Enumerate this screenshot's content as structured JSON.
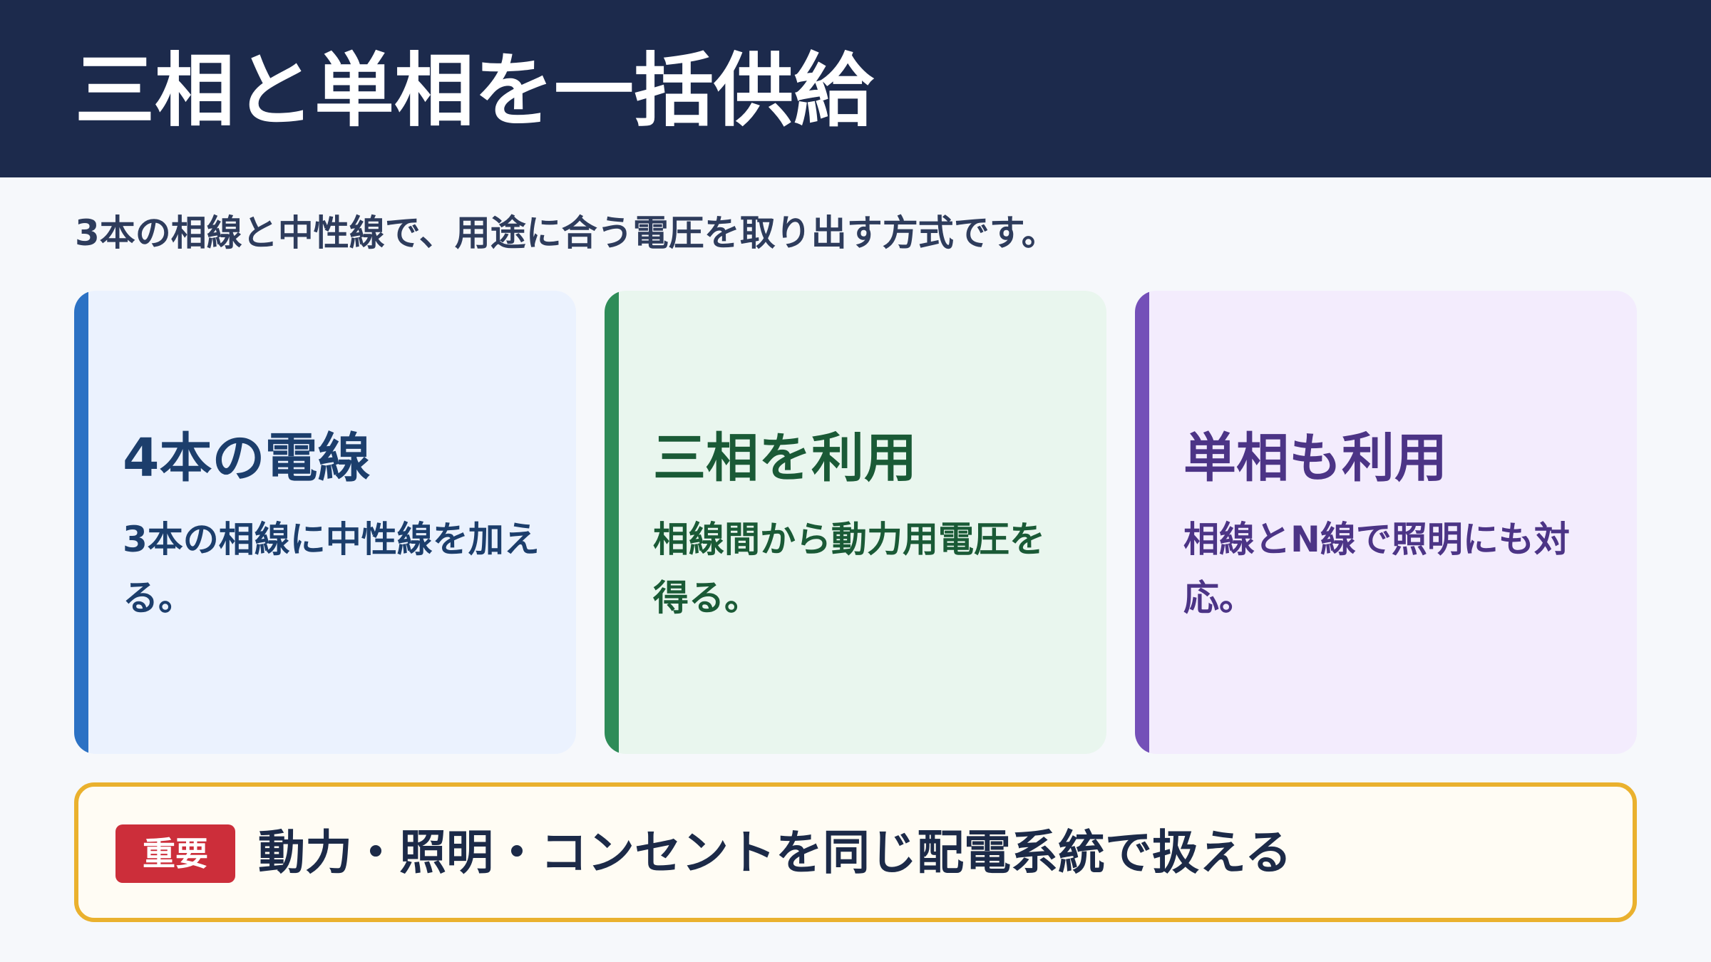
{
  "header": {
    "title": "三相と単相を一括供給"
  },
  "subtitle": "3本の相線と中性線で、用途に合う電圧を取り出す方式です。",
  "cards": [
    {
      "title": "4本の電線",
      "body": "3本の相線に中性線を加える。",
      "accent_color": "#2c72c4"
    },
    {
      "title": "三相を利用",
      "body": "相線間から動力用電圧を得る。",
      "accent_color": "#2e8c58"
    },
    {
      "title": "単相も利用",
      "body": "相線とN線で照明にも対応。",
      "accent_color": "#7450b8"
    }
  ],
  "note": {
    "badge": "重要",
    "text": "動力・照明・コンセントを同じ配電系統で扱える",
    "border_color": "#eab12e",
    "badge_color": "#cc2e3a"
  }
}
